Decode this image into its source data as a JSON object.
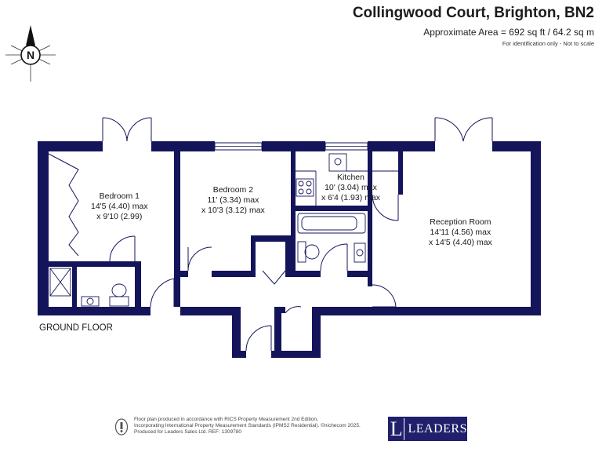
{
  "header": {
    "title": "Collingwood Court, Brighton, BN2",
    "area": "Approximate Area = 692 sq ft / 64.2 sq m",
    "note": "For identification only - Not to scale"
  },
  "compass": {
    "letter": "N"
  },
  "rooms": {
    "bedroom1": {
      "name": "Bedroom 1",
      "dim1": "14'5 (4.40) max",
      "dim2": "x 9'10 (2.99)"
    },
    "bedroom2": {
      "name": "Bedroom 2",
      "dim1": "11' (3.34) max",
      "dim2": "x 10'3 (3.12) max"
    },
    "kitchen": {
      "name": "Kitchen",
      "dim1": "10' (3.04) max",
      "dim2": "x 6'4 (1.93) max"
    },
    "reception": {
      "name": "Reception Room",
      "dim1": "14'11 (4.56) max",
      "dim2": "x 14'5 (4.40) max"
    }
  },
  "floor_label": "GROUND FLOOR",
  "footer": {
    "line1": "Floor plan produced in accordance with RICS Property Measurement 2nd Edition,",
    "line2": "Incorporating International Property Measurement Standards (IPMS2 Residential).  ©nichecom 2025.",
    "line3": "Produced for Leaders Sales Ltd.    REF:  1309780"
  },
  "logo": {
    "letter": "L",
    "text": "LEADERS"
  },
  "colors": {
    "wall": "#14145a",
    "logo_bg": "#1f1f6b"
  }
}
